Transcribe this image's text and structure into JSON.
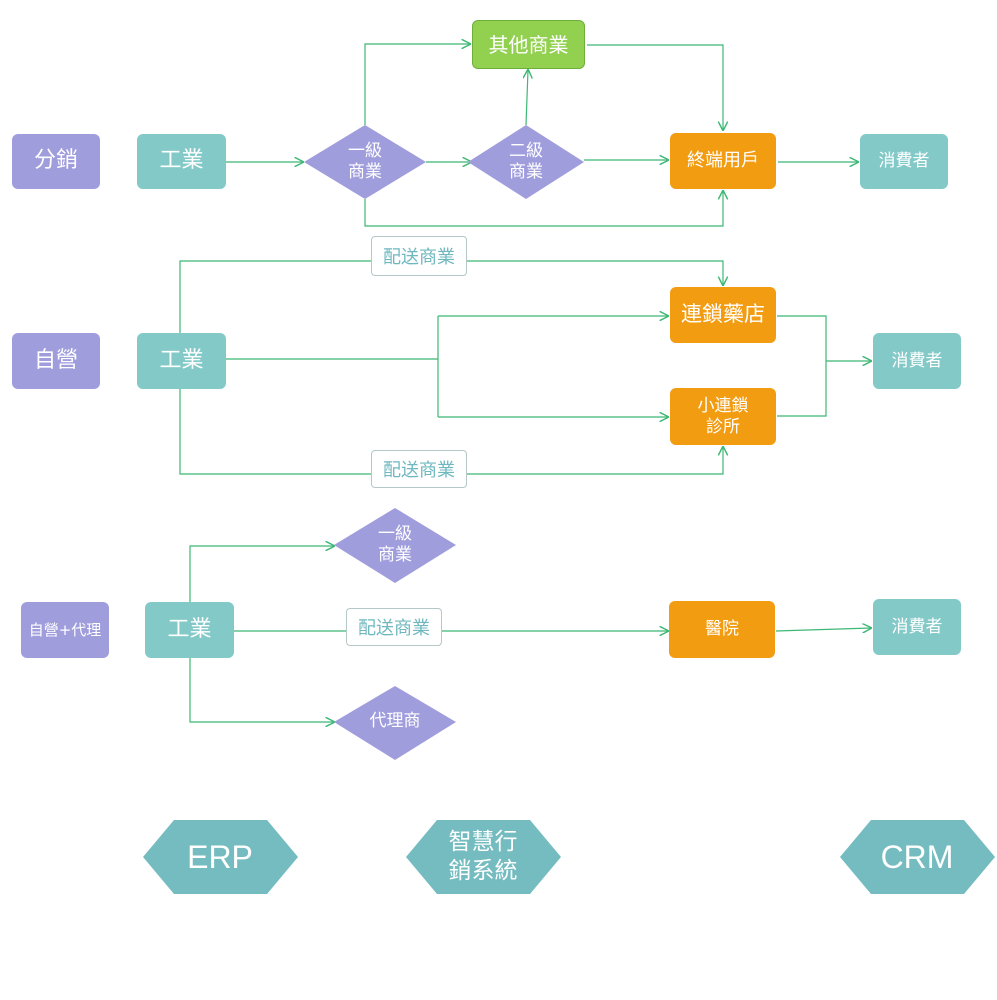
{
  "colors": {
    "purple": "#a09ddd",
    "teal": "#83c9c8",
    "orange": "#f29c12",
    "green": "#92d050",
    "line": "#3db874",
    "label_text": "#6fb8bf",
    "hex_fill": "#74bcc0"
  },
  "row1": {
    "title": "分銷",
    "industry": "工業",
    "first_tier": "一級\n商業",
    "second_tier": "二級\n商業",
    "other_commerce": "其他商業",
    "end_user": "終端用戶",
    "consumer": "消費者"
  },
  "row2": {
    "title": "自營",
    "industry": "工業",
    "delivery_top": "配送商業",
    "delivery_bottom": "配送商業",
    "chain_pharmacy": "連鎖藥店",
    "small_chain": "小連鎖\n診所",
    "consumer": "消費者"
  },
  "row3": {
    "title": "自營+代理",
    "industry": "工業",
    "first_tier": "一級\n商業",
    "delivery": "配送商業",
    "agent": "代理商",
    "hospital": "醫院",
    "consumer": "消費者"
  },
  "systems": {
    "erp": "ERP",
    "smart_marketing": "智慧行\n銷系統",
    "crm": "CRM"
  }
}
